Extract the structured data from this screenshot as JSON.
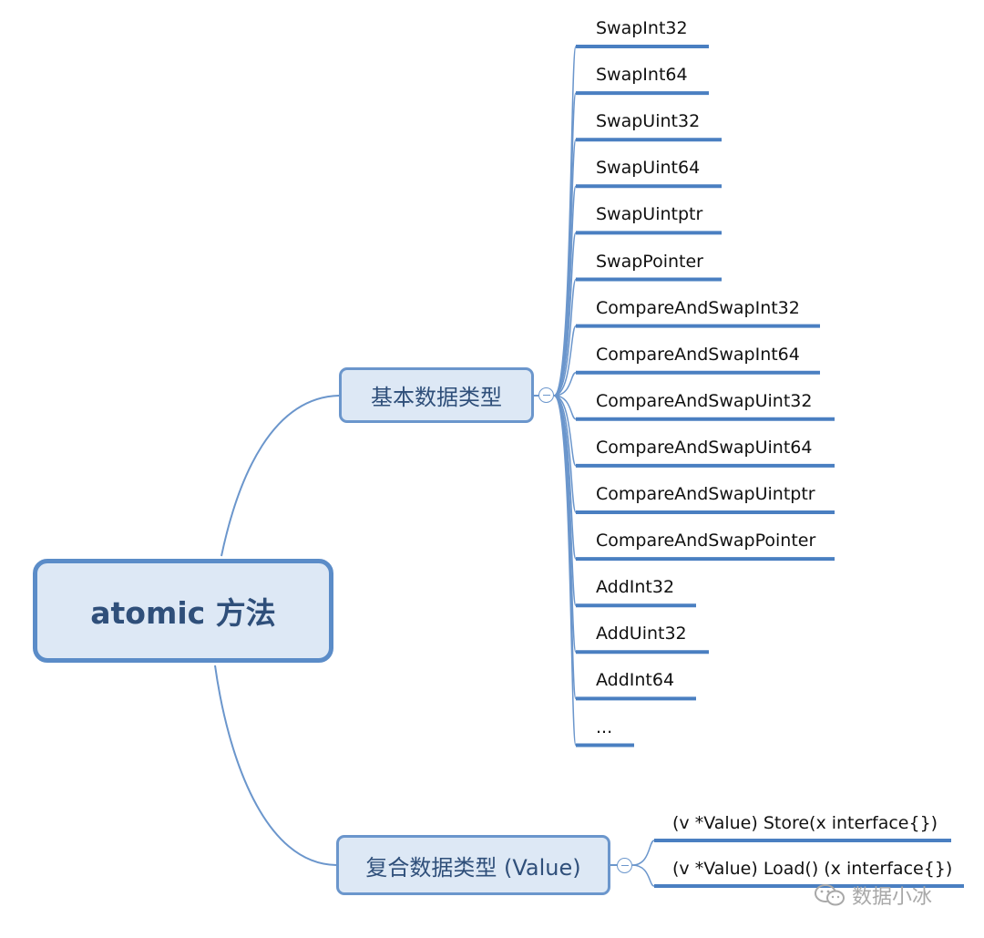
{
  "root": {
    "label": "atomic 方法"
  },
  "branches": [
    {
      "label": "基本数据类型",
      "children": [
        "SwapInt32",
        "SwapInt64",
        "SwapUint32",
        "SwapUint64",
        "SwapUintptr",
        "SwapPointer",
        "CompareAndSwapInt32",
        "CompareAndSwapInt64",
        "CompareAndSwapUint32",
        "CompareAndSwapUint64",
        "CompareAndSwapUintptr",
        "CompareAndSwapPointer",
        "AddInt32",
        "AddUint32",
        "AddInt64",
        "..."
      ]
    },
    {
      "label": "复合数据类型 (Value)",
      "children": [
        "(v *Value) Store(x interface{})",
        "(v *Value) Load() (x interface{})"
      ]
    }
  ],
  "watermark": {
    "text": "数据小冰",
    "icon": "wechat-icon"
  },
  "colors": {
    "node_fill": "#dde8f5",
    "node_border": "#5b8cc8",
    "connector": "#6b96cc",
    "underline": "#4a7fc1"
  }
}
